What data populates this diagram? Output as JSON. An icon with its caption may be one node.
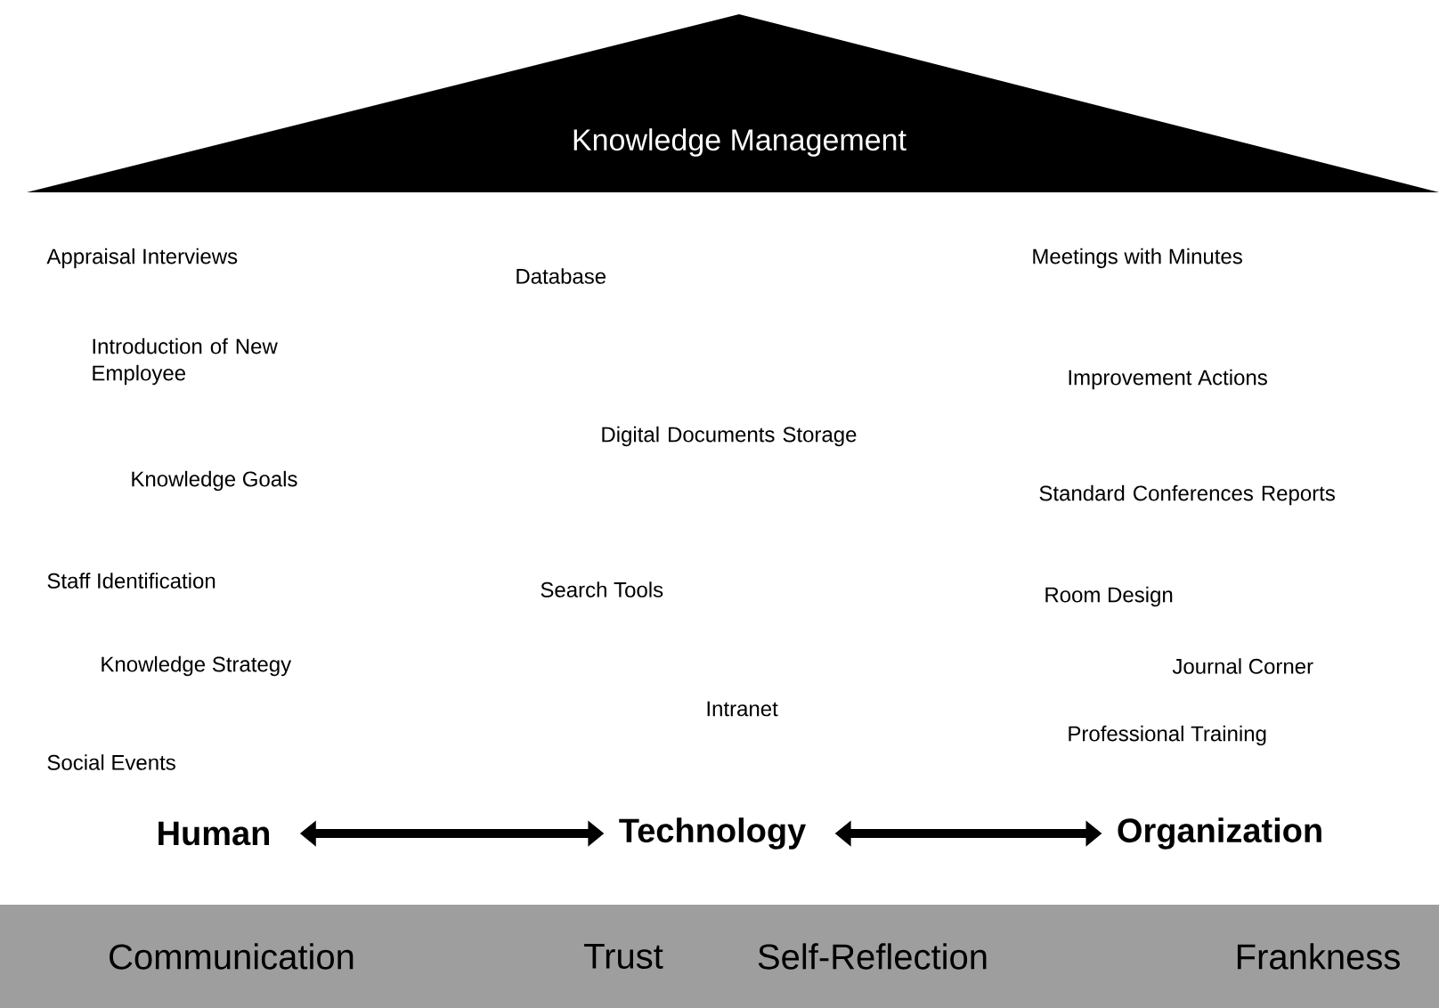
{
  "diagram": {
    "nodes": [
      {
        "text": [
          "Knowledge Management"
        ]
      },
      {
        "text": [
          "Human"
        ]
      },
      {
        "text": [
          "Technology"
        ]
      },
      {
        "text": [
          "Organization"
        ]
      },
      {
        "text": [
          "Communication",
          "Trust",
          "Self-Reflection",
          "Frankness"
        ]
      }
    ],
    "edges": [
      {
        "from": 1,
        "to": 2,
        "arrow": "both"
      },
      {
        "from": 2,
        "to": 3,
        "arrow": "both"
      }
    ],
    "labels": [
      "Appraisal Interviews",
      "Database",
      "Meetings with Minutes",
      "Introduction of New Employee",
      "Improvement Actions",
      "Digital Documents Storage",
      "Knowledge Goals",
      "Standard Conferences Reports",
      "Staff Identification",
      "Search Tools",
      "Room Design",
      "Knowledge Strategy",
      "Journal Corner",
      "Intranet",
      "Professional Training",
      "Social Events"
    ]
  }
}
